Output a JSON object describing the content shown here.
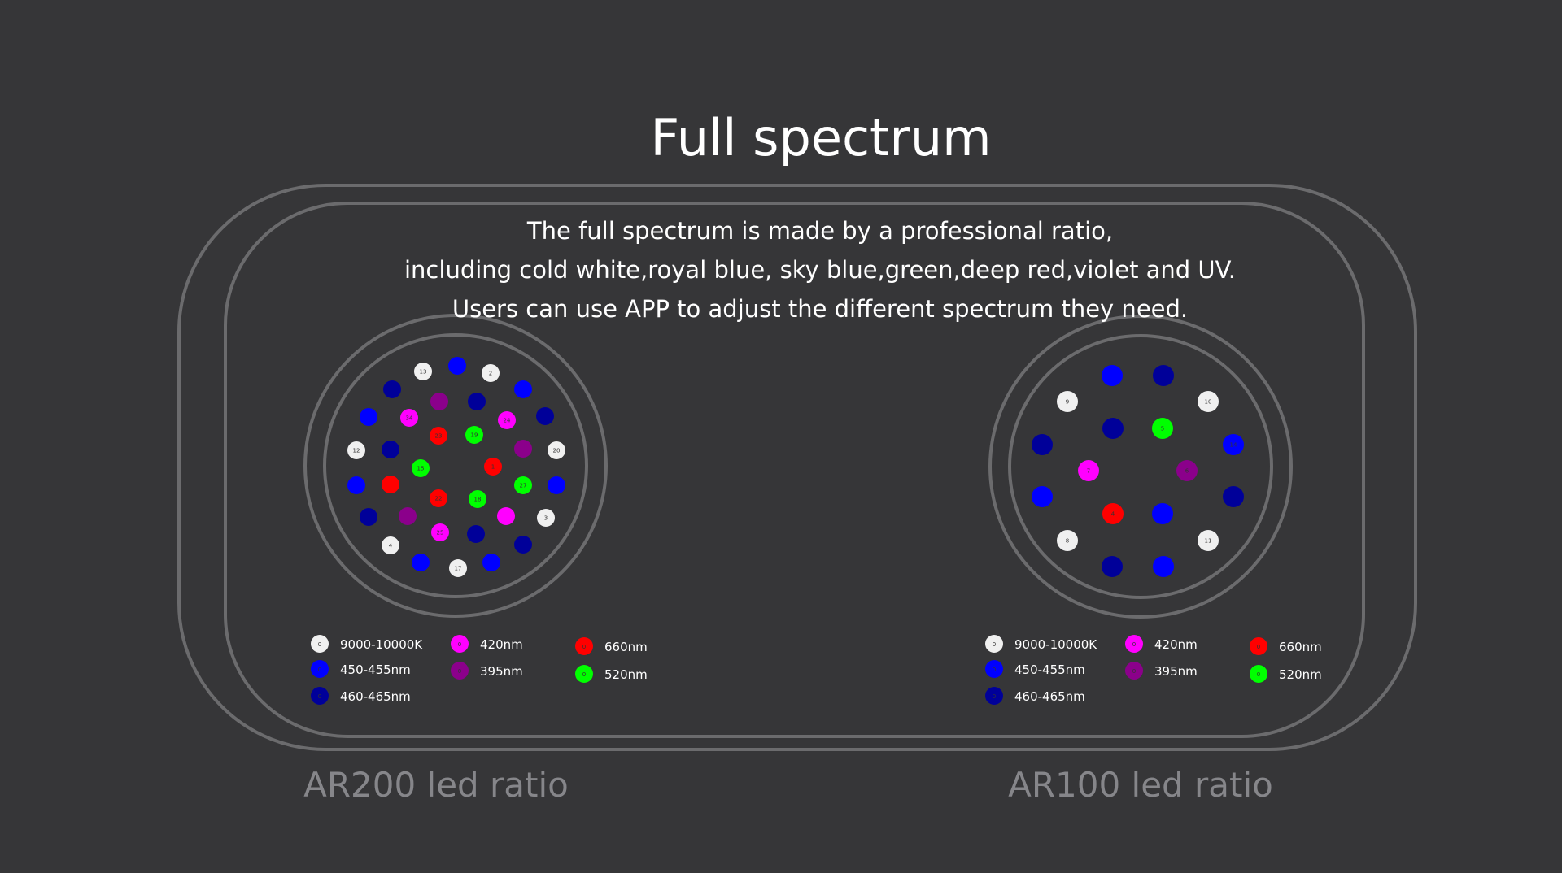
{
  "title": "Full spectrum",
  "description": [
    "The full spectrum is made by a professional ratio,",
    "including cold white,royal blue, sky blue,green,deep red,violet and UV.",
    "Users can use APP to adjust the different spectrum they need."
  ],
  "colors": {
    "background": "#363638",
    "frame": "#6b6b6d",
    "W": "#f0f0f0",
    "B": "#0000ff",
    "D": "#000099",
    "M": "#ff00ff",
    "V": "#8b008b",
    "R": "#ff0000",
    "G": "#00ff00"
  },
  "legend": [
    {
      "type": "W",
      "label": "9000-10000K",
      "num": "0"
    },
    {
      "type": "B",
      "label": "450-455nm",
      "num": "0"
    },
    {
      "type": "D",
      "label": "460-465nm",
      "num": "0"
    },
    {
      "type": "M",
      "label": "420nm",
      "num": "0"
    },
    {
      "type": "V",
      "label": "395nm",
      "num": "0"
    },
    {
      "type": "R",
      "label": "660nm",
      "num": "0"
    },
    {
      "type": "G",
      "label": "520nm",
      "num": "0"
    }
  ],
  "panels": [
    {
      "name": "AR200 led ratio",
      "leds": [
        {
          "t": "W",
          "n": "13"
        },
        {
          "t": "B",
          "n": ""
        },
        {
          "t": "W",
          "n": "2"
        },
        {
          "t": "D",
          "n": ""
        },
        {
          "t": "B",
          "n": ""
        },
        {
          "t": "V",
          "n": ""
        },
        {
          "t": "D",
          "n": ""
        },
        {
          "t": "B",
          "n": ""
        },
        {
          "t": "M",
          "n": "34"
        },
        {
          "t": "M",
          "n": "24"
        },
        {
          "t": "D",
          "n": ""
        },
        {
          "t": "R",
          "n": "23"
        },
        {
          "t": "G",
          "n": "19"
        },
        {
          "t": "W",
          "n": "12"
        },
        {
          "t": "D",
          "n": ""
        },
        {
          "t": "V",
          "n": ""
        },
        {
          "t": "W",
          "n": "20"
        },
        {
          "t": "G",
          "n": "15"
        },
        {
          "t": "R",
          "n": "1"
        },
        {
          "t": "B",
          "n": ""
        },
        {
          "t": "R",
          "n": ""
        },
        {
          "t": "G",
          "n": "27"
        },
        {
          "t": "B",
          "n": ""
        },
        {
          "t": "R",
          "n": "22"
        },
        {
          "t": "G",
          "n": "18"
        },
        {
          "t": "D",
          "n": ""
        },
        {
          "t": "V",
          "n": ""
        },
        {
          "t": "M",
          "n": ""
        },
        {
          "t": "W",
          "n": "3"
        },
        {
          "t": "M",
          "n": "25"
        },
        {
          "t": "D",
          "n": ""
        },
        {
          "t": "W",
          "n": "4"
        },
        {
          "t": "D",
          "n": ""
        },
        {
          "t": "B",
          "n": ""
        },
        {
          "t": "W",
          "n": "17"
        },
        {
          "t": "B",
          "n": ""
        }
      ]
    },
    {
      "name": "AR100 led ratio",
      "leds": [
        {
          "t": "B",
          "n": ""
        },
        {
          "t": "D",
          "n": ""
        },
        {
          "t": "W",
          "n": "9"
        },
        {
          "t": "W",
          "n": "10"
        },
        {
          "t": "D",
          "n": ""
        },
        {
          "t": "G",
          "n": "5"
        },
        {
          "t": "D",
          "n": ""
        },
        {
          "t": "B",
          "n": "14"
        },
        {
          "t": "M",
          "n": "7"
        },
        {
          "t": "V",
          "n": "6"
        },
        {
          "t": "B",
          "n": ""
        },
        {
          "t": "D",
          "n": ""
        },
        {
          "t": "R",
          "n": "4"
        },
        {
          "t": "B",
          "n": ""
        },
        {
          "t": "W",
          "n": "8"
        },
        {
          "t": "W",
          "n": "11"
        },
        {
          "t": "D",
          "n": ""
        },
        {
          "t": "B",
          "n": ""
        }
      ]
    }
  ]
}
